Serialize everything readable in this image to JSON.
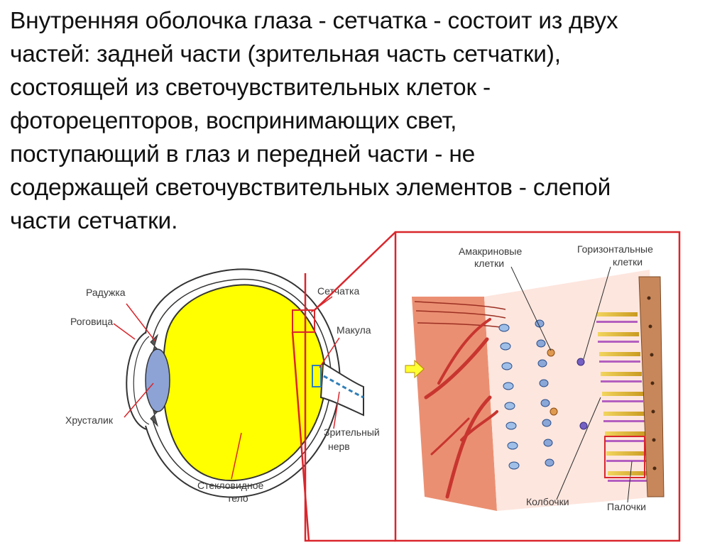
{
  "slide": {
    "paragraph": "Внутренняя оболочка глаза - сетчатка - состоит из двух\nчастей: задней части (зрительная часть сетчатки),\nсостоящей из светочувствительных клеток -\nфоторецепторов, воспринимающих свет,\nпоступающий в глаз и передней части - не\nсодержащей светочувствительных элементов - слепой\nчасти сетчатки."
  },
  "eye_labels": {
    "iris": "Радужка",
    "cornea": "Роговица",
    "lens": "Хрусталик",
    "vitreous_1": "Стекловидное",
    "vitreous_2": "тело",
    "retina": "Сетчатка",
    "macula": "Макула",
    "optic_nerve_1": "Зрительный",
    "optic_nerve_2": "нерв"
  },
  "retina_labels": {
    "amacrine_1": "Амакриновые",
    "amacrine_2": "клетки",
    "horizontal_1": "Горизонтальные",
    "horizontal_2": "клетки",
    "cones": "Колбочки",
    "rods": "Палочки"
  },
  "colors": {
    "vitreous": "#ffff00",
    "lens": "#8da3d6",
    "highlight_frame": "#d9262c",
    "nerve_blue": "#2f7fb8",
    "vessel_red": "#c8352f"
  }
}
